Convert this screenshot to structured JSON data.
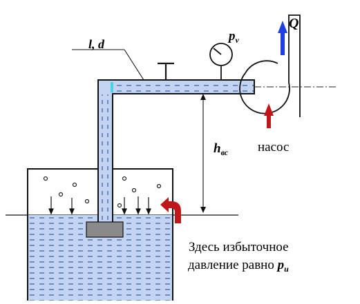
{
  "labels": {
    "pipe_ld": "l, d",
    "pv_main": "p",
    "pv_sub": "v",
    "flow_q": "Q",
    "h_main": "h",
    "h_sub": "вс",
    "pump": "насос",
    "note_line1": "Здесь избыточное",
    "note_line2": "давление равно ",
    "pu_main": "p",
    "pu_sub": "и"
  },
  "colors": {
    "water_fill": "#c3d4f2",
    "dash": "#2a4d9b",
    "outline": "#111111",
    "red_arrow": "#c0171b",
    "blue_arrow": "#1f3fe0",
    "cyan_mark": "#45d6e6",
    "filter_block": "#8a8a8a"
  }
}
